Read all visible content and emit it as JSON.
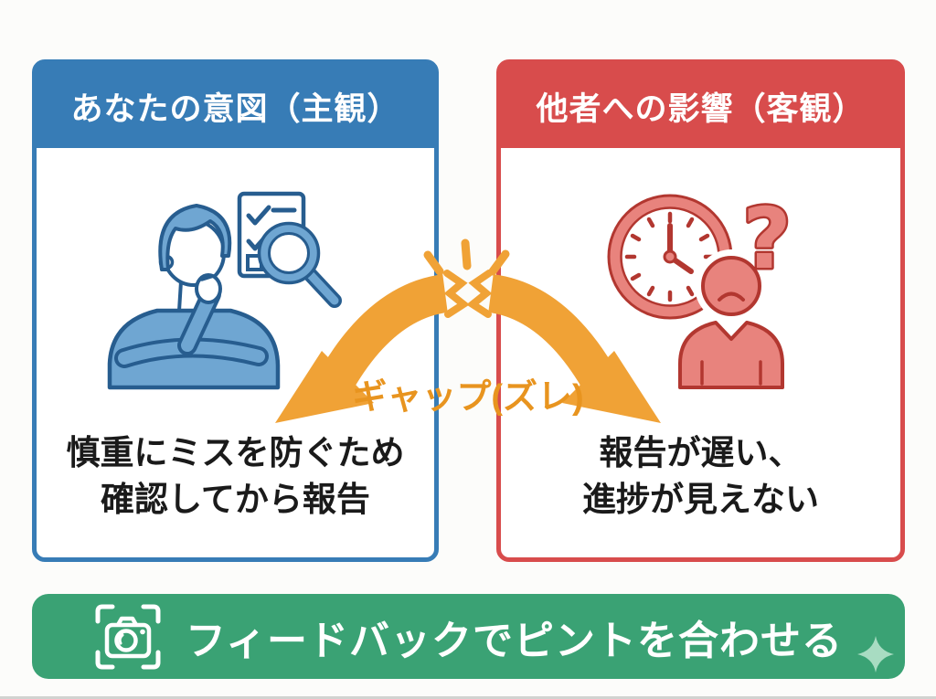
{
  "left_panel": {
    "title": "あなたの意図（主観）",
    "body_lines": [
      "慎重にミスを防ぐため",
      "確認してから報告"
    ],
    "icons": [
      "thinking-person-icon",
      "checklist-icon",
      "magnifier-icon"
    ]
  },
  "right_panel": {
    "title": "他者への影響（客観）",
    "body_lines": [
      "報告が遅い、",
      "進捗が見えない"
    ],
    "question_glyph": "?",
    "icons": [
      "clock-icon",
      "confused-person-icon",
      "question-mark-icon"
    ]
  },
  "gap_label": "ギャップ(ズレ)",
  "banner": {
    "label": "フィードバックでピントを合わせる",
    "icon": "camera-focus-icon"
  },
  "decorations": [
    "break-spark-icon",
    "sparkle-icon"
  ],
  "colors": {
    "bg": "#fcfcfa",
    "blue": "#377cb6",
    "blue_dark": "#275d8f",
    "blue_mid": "#6fa6d2",
    "red": "#d84c4c",
    "red_dark": "#b23730",
    "red_light": "#e8837d",
    "green": "#3aa274",
    "green_light": "#a8dcc2",
    "orange": "#f0a236",
    "orange_text": "#e8941f",
    "ink": "#1a1a1a"
  }
}
